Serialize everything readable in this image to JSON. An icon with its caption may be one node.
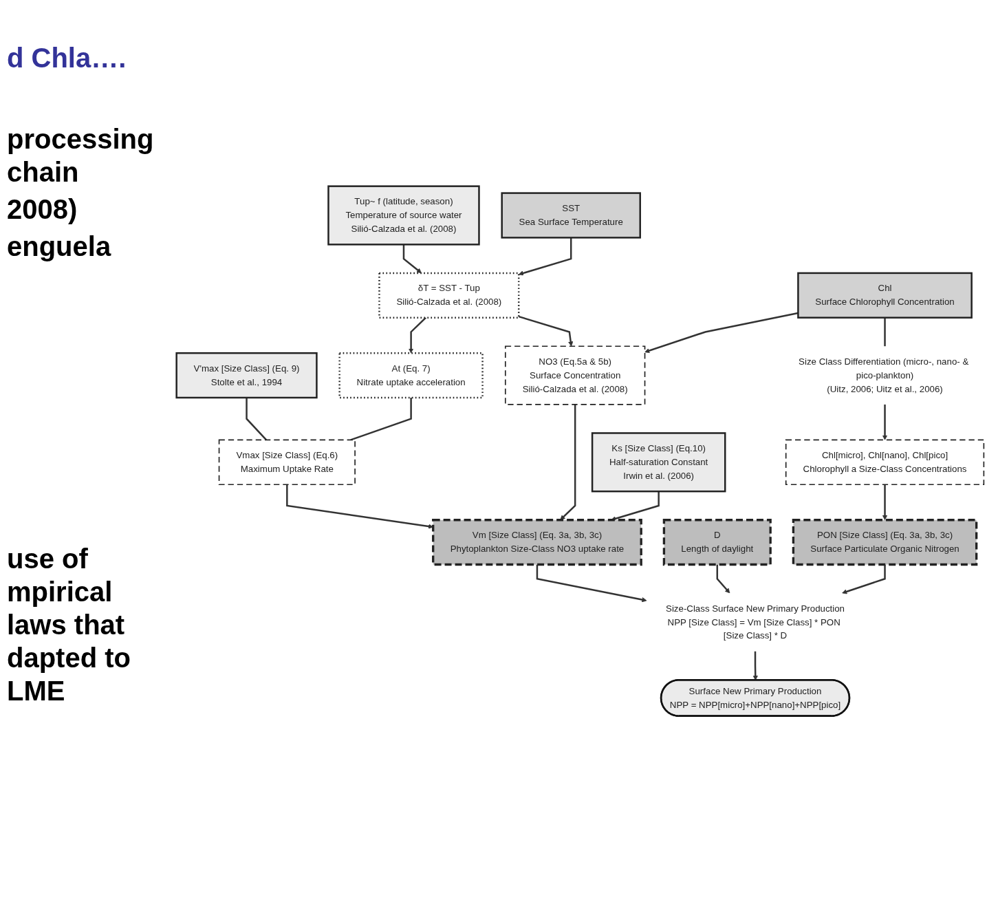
{
  "diagram": {
    "nodes": [
      {
        "text": [
          "Tup~ f (latitude, season)",
          "Temperature of source water",
          "Silió-Calzada et al. (2008)"
        ]
      },
      {
        "text": [
          "SST",
          "Sea Surface Temperature"
        ]
      },
      {
        "text": [
          "Chl",
          "Surface Chlorophyll Concentration"
        ]
      },
      {
        "text": [
          "δT = SST - Tup",
          "Silió-Calzada et al. (2008)"
        ]
      },
      {
        "text": [
          "Size Class Differentiation (micro-, nano- & pico-plankton)",
          "(Uitz, 2006; Uitz et al., 2006)"
        ]
      },
      {
        "text": [
          "V'max [Size Class] (Eq. 9)",
          "Stolte et al., 1994"
        ]
      },
      {
        "text": [
          "At (Eq. 7)",
          "Nitrate uptake acceleration"
        ]
      },
      {
        "text": [
          "Vmax [Size Class] (Eq.6)",
          "Maximum Uptake Rate"
        ]
      },
      {
        "text": [
          "NO3 (Eq.5a & 5b)",
          "Surface Concentration",
          "Silió-Calzada et al. (2008)"
        ]
      },
      {
        "text": [
          "Chl[micro], Chl[nano], Chl[pico]",
          "Chlorophyll a Size-Class Concentrations"
        ]
      },
      {
        "text": [
          "Ks [Size Class] (Eq.10)",
          "Half-saturation Constant",
          "Irwin et al. (2006)"
        ]
      },
      {
        "text": [
          "Vm [Size Class] (Eq. 3a, 3b, 3c)",
          "Phytoplankton Size-Class NO3 uptake rate"
        ]
      },
      {
        "text": [
          "D",
          "Length of daylight"
        ]
      },
      {
        "text": [
          "PON [Size Class] (Eq. 3a, 3b, 3c)",
          "Surface Particulate Organic Nitrogen"
        ]
      },
      {
        "text": [
          "Size-Class Surface New Primary Production",
          "NPP [Size Class] = Vm [Size Class] * PON [Size Class] * D"
        ]
      },
      {
        "text": [
          "Surface New Primary Production",
          "NPP = NPP[micro]+NPP[nano]+NPP[pico]"
        ]
      }
    ],
    "edges": [
      {
        "from": 0,
        "to": 3,
        "arrow": "to"
      },
      {
        "from": 1,
        "to": 3,
        "arrow": "to"
      },
      {
        "from": 3,
        "to": 6,
        "arrow": "to"
      },
      {
        "from": 3,
        "to": 8,
        "arrow": "to"
      },
      {
        "from": 2,
        "to": 8,
        "arrow": "to"
      },
      {
        "from": 2,
        "to": 4,
        "arrow": "none"
      },
      {
        "from": 4,
        "to": 9,
        "arrow": "to"
      },
      {
        "from": 5,
        "to": 7,
        "arrow": "none"
      },
      {
        "from": 6,
        "to": 7,
        "arrow": "none"
      },
      {
        "from": 7,
        "to": 11,
        "arrow": "to"
      },
      {
        "from": 8,
        "to": 11,
        "arrow": "to"
      },
      {
        "from": 10,
        "to": 11,
        "arrow": "to"
      },
      {
        "from": 9,
        "to": 13,
        "arrow": "to"
      },
      {
        "from": 11,
        "to": 14,
        "arrow": "to"
      },
      {
        "from": 12,
        "to": 14,
        "arrow": "to"
      },
      {
        "from": 13,
        "to": 14,
        "arrow": "to"
      },
      {
        "from": 14,
        "to": 15,
        "arrow": "to"
      }
    ],
    "labels": [
      "d Chla….",
      "processing chain",
      "2008)",
      "enguela",
      "use of mpirical laws that dapted to LME"
    ]
  }
}
